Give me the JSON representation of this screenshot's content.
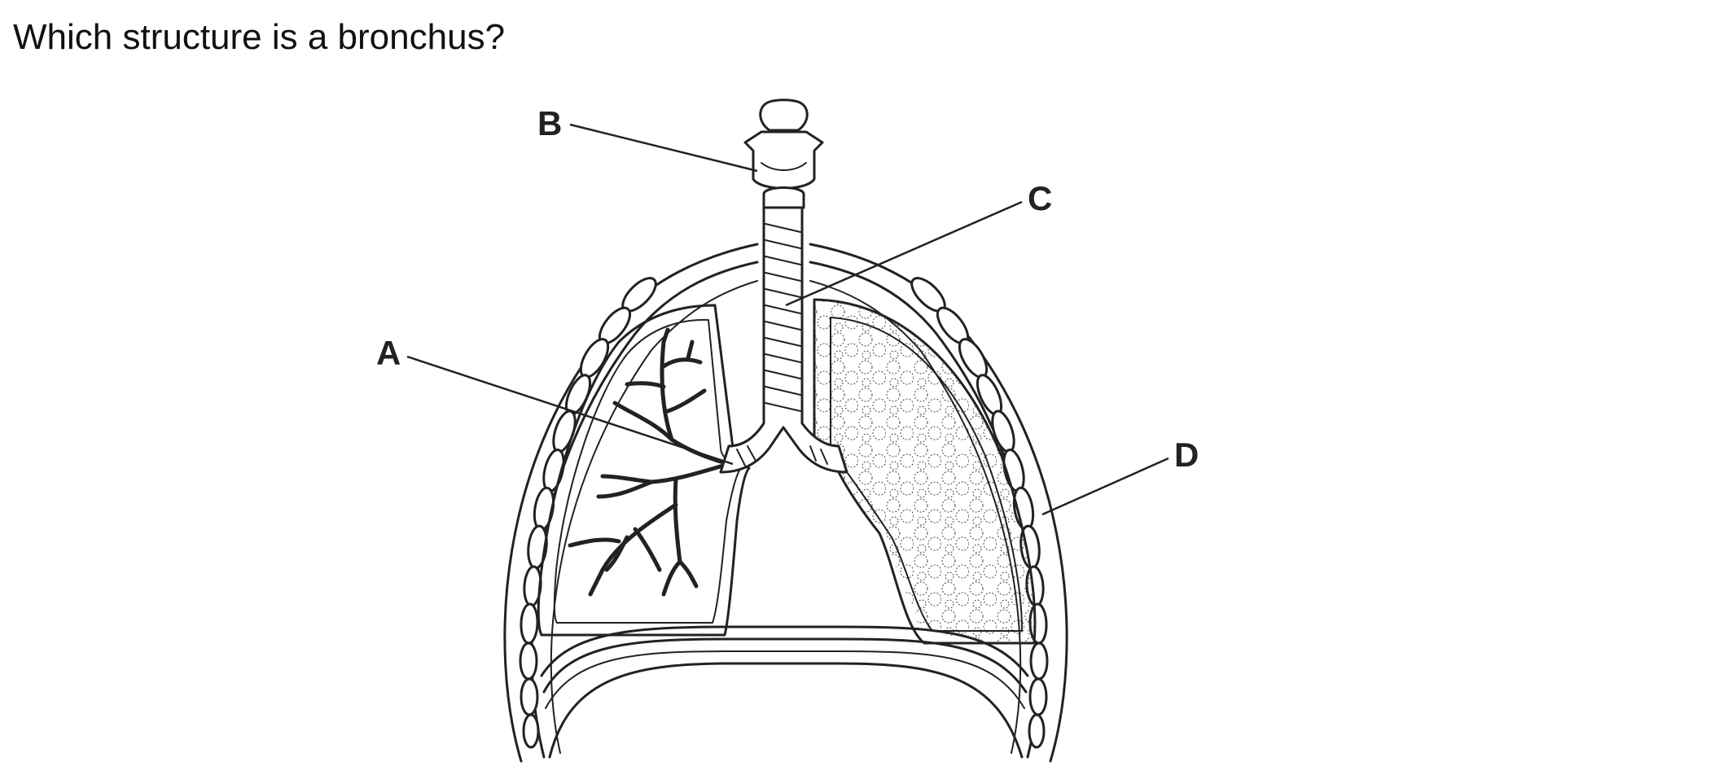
{
  "question": "Which structure is a bronchus?",
  "labels": {
    "a": "A",
    "b": "B",
    "c": "C",
    "d": "D"
  },
  "colors": {
    "ink": "#222222",
    "background": "#ffffff"
  }
}
